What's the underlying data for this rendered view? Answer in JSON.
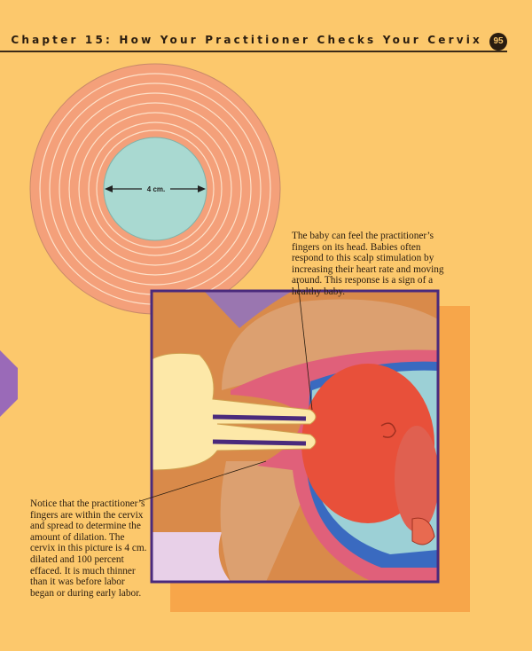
{
  "header": {
    "chapter_title": "Chapter 15: How Your Practitioner Checks Your Cervix",
    "page_number": "95"
  },
  "diagram": {
    "dilation_label": "4 cm."
  },
  "captions": {
    "baby": "The baby can feel the practitioner’s fingers on its head. Babies often respond to this scalp stimulation by increasing their heart rate and moving around. This response is a sign of a healthy baby.",
    "fingers": "Notice that the practitioner’s fingers are within the cervix and spread to determine the amount of dilation. The cervix in this picture is 4 cm. dilated and 100 percent effaced. It is much thinner than it was before labor began or during early labor."
  },
  "colors": {
    "background": "#fcc86c",
    "ring": "#f4a07a",
    "cervix_opening": "#a9d9d1",
    "frame": "#4a2a7c"
  }
}
